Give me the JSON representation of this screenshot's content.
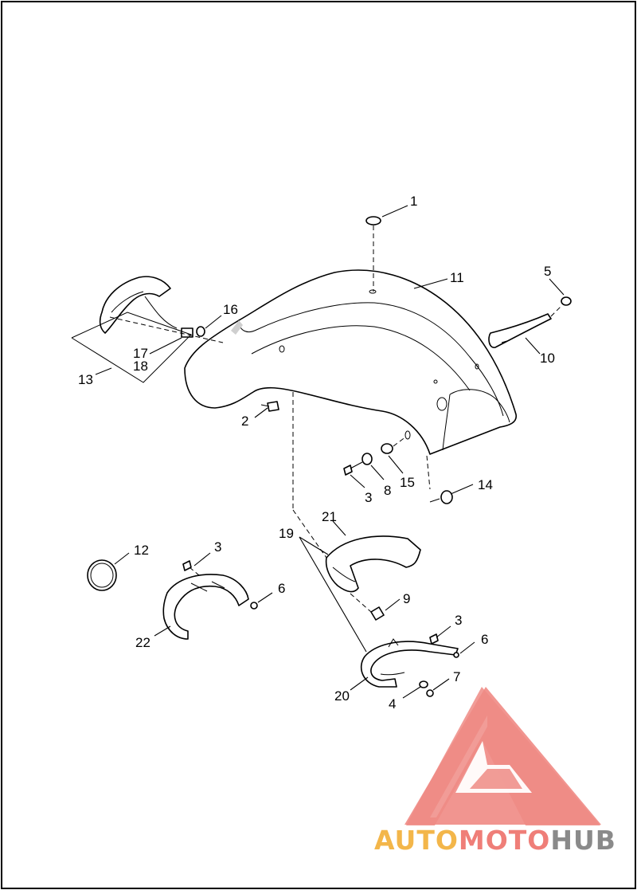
{
  "callouts": [
    {
      "id": "c1",
      "text": "1"
    },
    {
      "id": "c2",
      "text": "2"
    },
    {
      "id": "c3a",
      "text": "3"
    },
    {
      "id": "c3b",
      "text": "3"
    },
    {
      "id": "c3c",
      "text": "3"
    },
    {
      "id": "c4",
      "text": "4"
    },
    {
      "id": "c5",
      "text": "5"
    },
    {
      "id": "c6a",
      "text": "6"
    },
    {
      "id": "c6b",
      "text": "6"
    },
    {
      "id": "c7",
      "text": "7"
    },
    {
      "id": "c8",
      "text": "8"
    },
    {
      "id": "c9",
      "text": "9"
    },
    {
      "id": "c10",
      "text": "10"
    },
    {
      "id": "c11",
      "text": "11"
    },
    {
      "id": "c12",
      "text": "12"
    },
    {
      "id": "c13",
      "text": "13"
    },
    {
      "id": "c14",
      "text": "14"
    },
    {
      "id": "c15",
      "text": "15"
    },
    {
      "id": "c16",
      "text": "16"
    },
    {
      "id": "c17",
      "text": "17"
    },
    {
      "id": "c18",
      "text": "18"
    },
    {
      "id": "c19",
      "text": "19"
    },
    {
      "id": "c20",
      "text": "20"
    },
    {
      "id": "c21",
      "text": "21"
    },
    {
      "id": "c22",
      "text": "22"
    }
  ],
  "watermark": {
    "part1": "AUTO",
    "part2": "MOTO",
    "part3": "HUB",
    "color_orange": "#f3b64a",
    "color_red": "#ef7e78",
    "color_gray": "#8a8a8a"
  }
}
